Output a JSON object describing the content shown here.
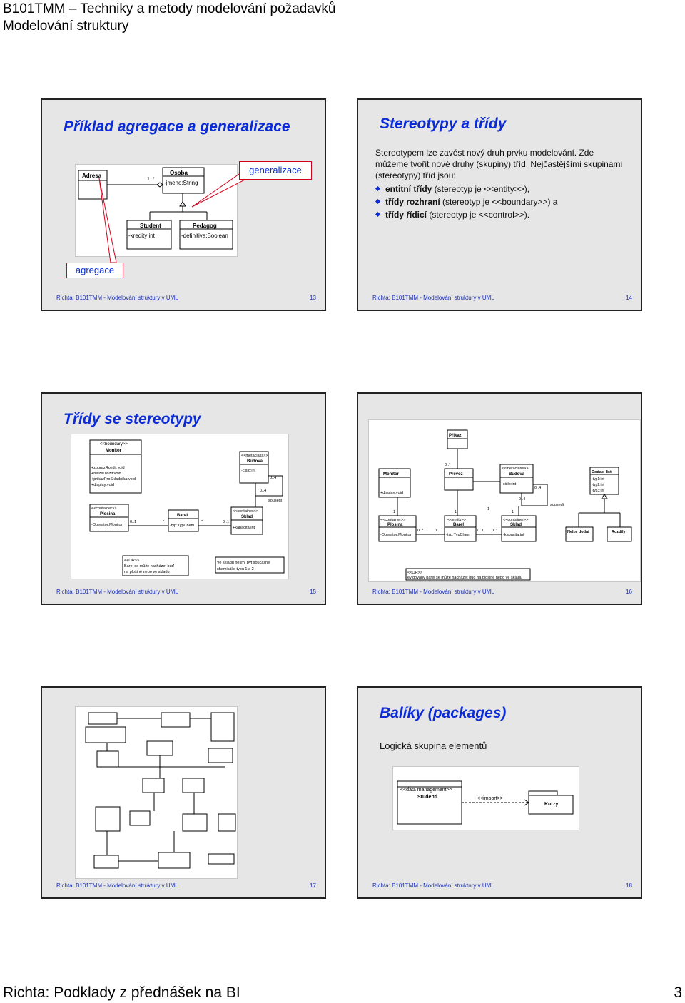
{
  "header": {
    "line1": "B101TMM – Techniky a metody modelování požadavků",
    "line2": "Modelování struktury"
  },
  "slides": [
    {
      "title": "Příklad agregace a generalizace",
      "footer": "Richta: B101TMM - Modelování struktury v UML",
      "number": "13",
      "callout_generalization": "generalizace",
      "callout_aggregation": "agregace",
      "diagram": {
        "class_address": "Adresa",
        "class_person": "Osoba",
        "attr_person": "-jmeno:String",
        "multiplicity": "1..*",
        "class_student": "Student",
        "attr_student": "-kredity:int",
        "class_teacher": "Pedagog",
        "attr_teacher": "-definitiva:Boolean"
      }
    },
    {
      "title": "Stereotypy a třídy",
      "footer": "Richta: B101TMM - Modelování struktury v UML",
      "number": "14",
      "intro": "Stereotypem lze zavést nový druh prvku modelování. Zde můžeme tvořit nové druhy (skupiny) tříd. Nejčastějšími skupinami (stereotypy) tříd jsou:",
      "bullets": [
        {
          "bold": "entitní třídy",
          "rest": " (stereotyp je <<entity>>),"
        },
        {
          "bold": "třídy rozhraní",
          "rest": " (stereotyp je <<boundary>>) a"
        },
        {
          "bold": "třídy řídicí",
          "rest": " (stereotyp je <<control>>)."
        }
      ]
    },
    {
      "title": "Třídy se stereotypy",
      "footer": "Richta: B101TMM - Modelování struktury v UML",
      "number": "15",
      "diagram": {
        "monitor_stereo": "<<boundary>>",
        "monitor_name": "Monitor",
        "monitor_ops": [
          "+zobrazRozdil:void",
          "+nelzeUlozit:void",
          "+prikazProSkladnika:void",
          "+display:void"
        ],
        "budova_stereo": "<<metaclass>>",
        "budova_name": "Budova",
        "budova_attr": "-cislo:int",
        "m1": "0..4",
        "m2": "0..4",
        "sousedi": "sousedi",
        "plocha_stereo": "<<container>>",
        "plocha_name": "Plosina",
        "plocha_attr": "-Operator:Monitor",
        "barel_name": "Barel",
        "barel_attr": "-typ:TypChem",
        "sklad_stereo": "<<container>>",
        "sklad_name": "Sklad",
        "sklad_attr": "+kapacita:int",
        "m_01a": "0..1",
        "m_star1": "*",
        "m_star2": "*",
        "m_01b": "0..1",
        "note1_1": "<<OR>>",
        "note1_2": "Barel se může nacházet buď",
        "note1_3": "na plošině nebo ve skladu",
        "note2_1": "Ve skladu nesmí být současně",
        "note2_2": "chemikálie typu 1 a 2"
      }
    },
    {
      "title": "",
      "footer": "Richta: B101TMM - Modelování struktury v UML",
      "number": "16",
      "diagram": {
        "prikaz": "Příkaz",
        "monitor": "Monitor",
        "monitor_op": "+display:void",
        "prevoz": "Prevoz",
        "budova_stereo": "<<metaclass>>",
        "budova": "Budova",
        "budova_attr": "-cislo:int",
        "dodaci_list": "Dodaci list",
        "dl_attrs": [
          "-typ1:int",
          "-typ2:int",
          "-typ3:int"
        ],
        "m_0star": "0..*",
        "m_04a": "0..4",
        "m_04b": "0..4",
        "sousedi": "sousedi",
        "plosina_stereo": "<<container>>",
        "plosina": "Plosina",
        "plosina_attr": "-Operator:Monitor",
        "barel_stereo": "<<entity>>",
        "barel": "Barel",
        "barel_attr": "-typ:TypChem",
        "sklad_stereo": "<<container>>",
        "sklad": "Sklad",
        "sklad_attr": "-kapacita:int",
        "nelze_dodat": "Nelze dodat",
        "rozdily": "Rozdily",
        "m_1a": "1",
        "m_1b": "1",
        "m_1c": "1",
        "m_1d": "1",
        "m_0s1": "0..*",
        "m_01a": "0..1",
        "m_01b": "0..1",
        "m_0s2": "0..*",
        "note_1": "<<OR>>",
        "note_2": "evidovaný barel se může nacházet buď na plošině nebo ve skladu"
      }
    },
    {
      "title": "",
      "footer": "Richta: B101TMM - Modelování struktury v UML",
      "number": "17"
    },
    {
      "title": "Balíky (packages)",
      "footer": "Richta: B101TMM - Modelování struktury v UML",
      "number": "18",
      "subtitle": "Logická skupina elementů",
      "diagram": {
        "pkg1_stereo": "<<data management>>",
        "pkg1_name": "Studenti",
        "import": "<<import>>",
        "pkg2_name": "Kurzy"
      }
    }
  ],
  "footer": {
    "text": "Richta: Podklady z přednášek na BI",
    "page": "3"
  }
}
